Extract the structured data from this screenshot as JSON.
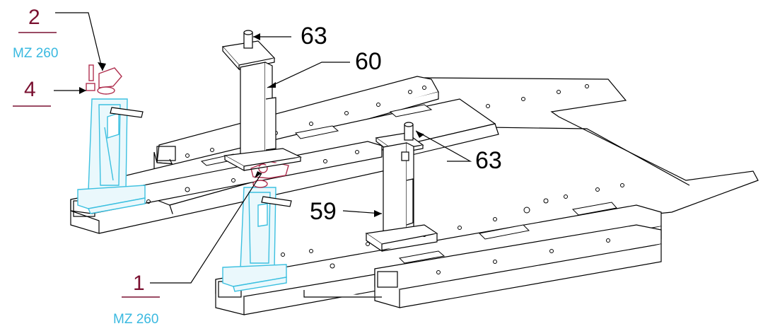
{
  "colors": {
    "line": "#000000",
    "part": "#3cc0e0",
    "part_fill": "#eaf8fc",
    "accent": "#b0304f",
    "callout_text": "#7a1030",
    "ref_text": "#3ab9e0"
  },
  "callouts": {
    "c2": {
      "number": "2",
      "ref": "MZ 260"
    },
    "c4": {
      "number": "4"
    },
    "c1": {
      "number": "1",
      "ref": "MZ 260"
    },
    "c63a": {
      "number": "63"
    },
    "c60": {
      "number": "60"
    },
    "c63b": {
      "number": "63"
    },
    "c59": {
      "number": "59"
    }
  }
}
